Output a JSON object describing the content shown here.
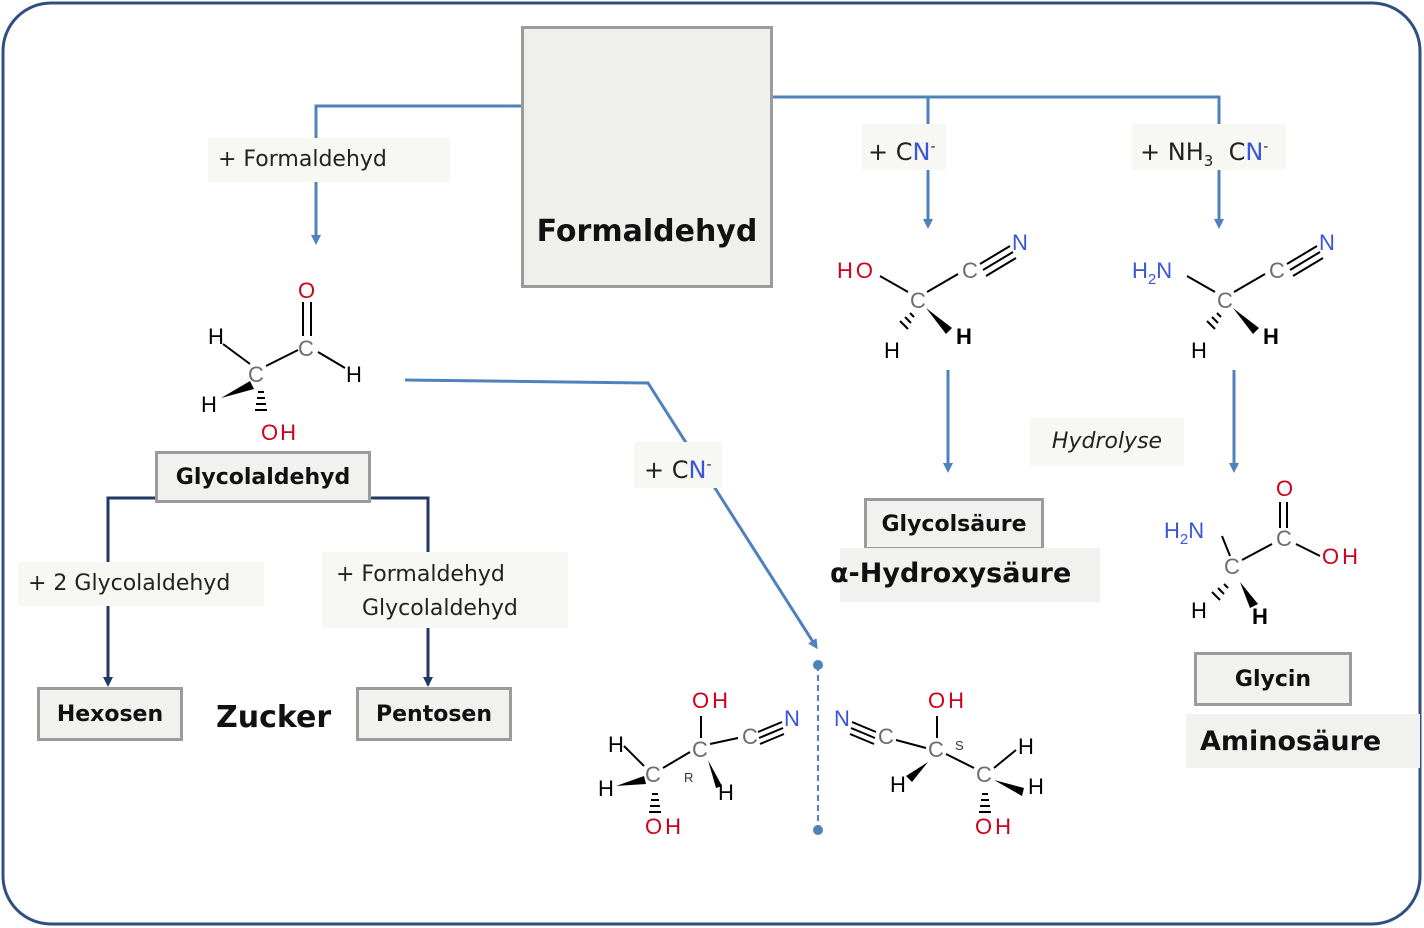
{
  "boxes": {
    "formaldehyd": "Formaldehyd",
    "glycolaldehyd": "Glycolaldehyd",
    "hexosen": "Hexosen",
    "pentosen": "Pentosen",
    "glycolsaeure": "Glycolsäure",
    "glycin": "Glycin"
  },
  "labels": {
    "plus_formaldehyd": "+ Formaldehyd",
    "plus_cn_1": "+ C",
    "plus_nh3": "+ N",
    "plus_2_glycolaldehyd": "+ 2 Glycolaldehyd",
    "plus_formaldehyd_2_line1": "+ Formaldehyd",
    "plus_formaldehyd_2_line2": "Glycolaldehyd",
    "plus_cn_2": "+ C",
    "hydrolyse": "Hydrolyse"
  },
  "headings": {
    "zucker": "Zucker",
    "alpha_hydroxysaeure": "α-Hydroxysäure",
    "aminosaeure": "Aminosäure"
  },
  "atoms": {
    "H": "H",
    "O": "O",
    "C": "C",
    "N": "N",
    "OH": "OH",
    "HO": "HO",
    "H2N_H": "H",
    "H2N_sub": "2",
    "H2N_N": "N",
    "NH3_sub": "3",
    "CN_C": "C",
    "minus": "-",
    "R": "R",
    "S": "S"
  },
  "colors": {
    "frame": "#2f4f7f",
    "arrow_blue": "#4f81bd",
    "arrow_dark": "#1f3864",
    "oxygen": "#d0021b",
    "nitrogen": "#3a55d8",
    "carbon": "#6d6d6d"
  }
}
